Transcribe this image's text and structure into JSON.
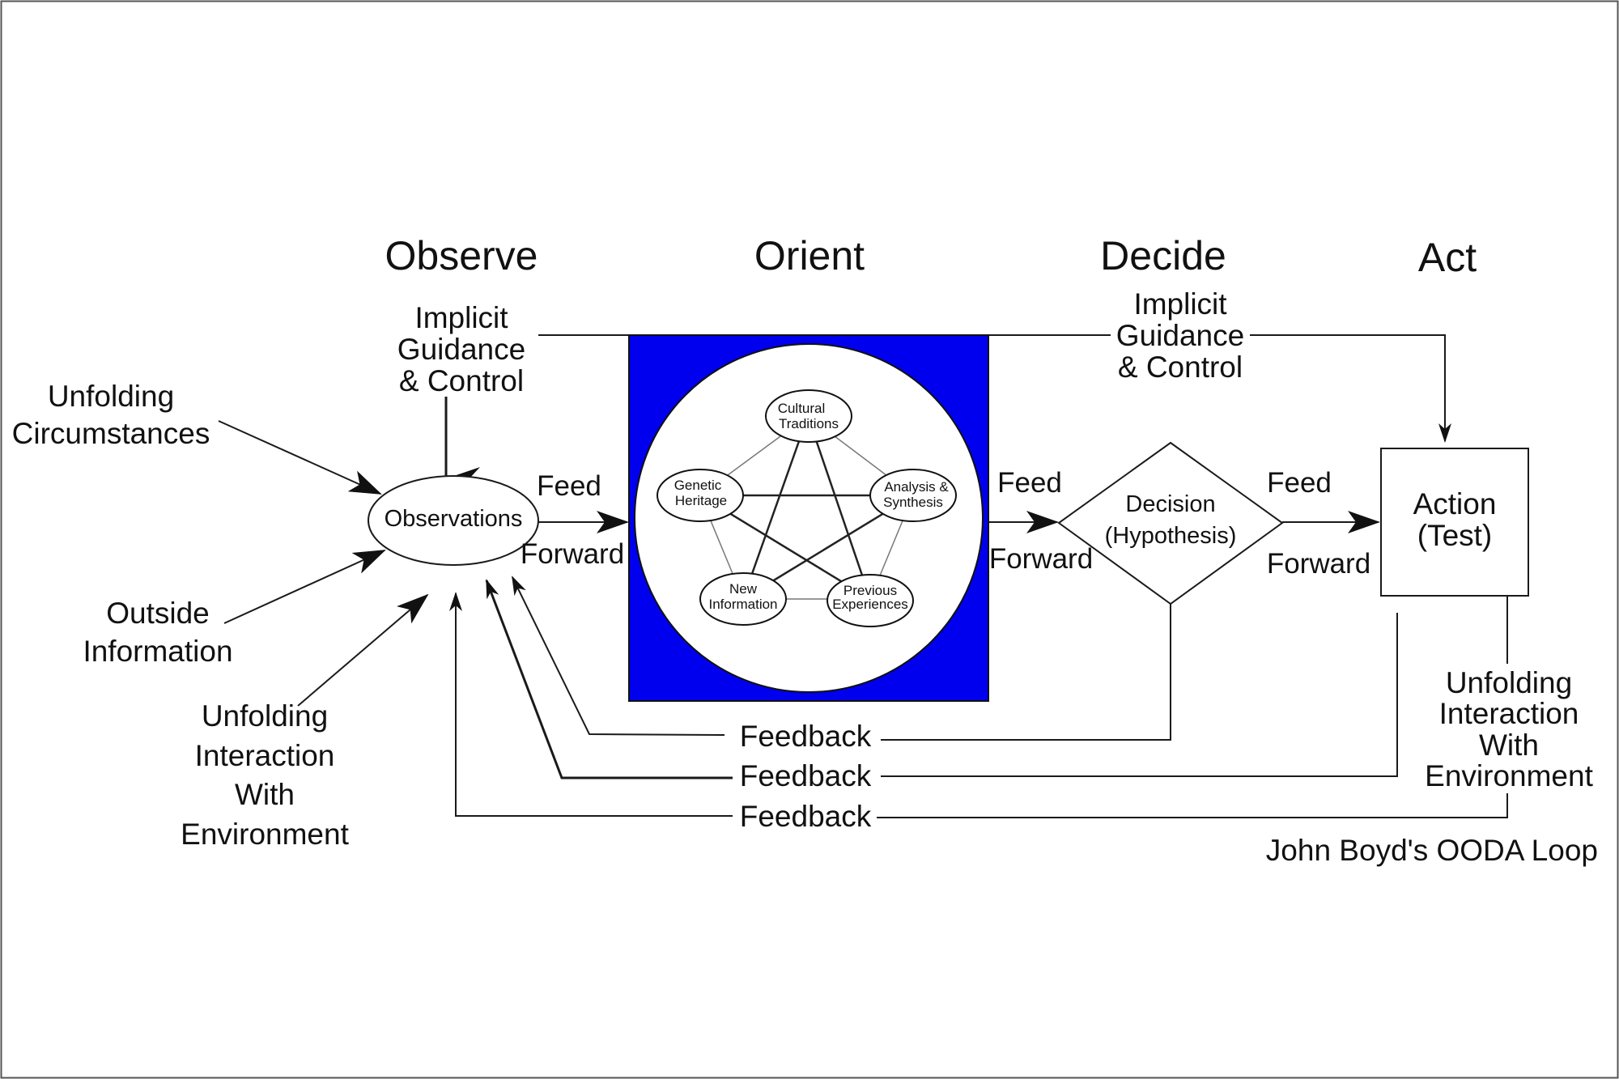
{
  "phases": {
    "observe": "Observe",
    "orient": "Orient",
    "decide": "Decide",
    "act": "Act"
  },
  "inputs": {
    "unfolding_circumstances": [
      "Unfolding",
      "Circumstances"
    ],
    "outside_information": [
      "Outside",
      "Information"
    ],
    "unfolding_interaction_left": [
      "Unfolding",
      "Interaction",
      "With",
      "Environment"
    ]
  },
  "implicit_left": [
    "Implicit",
    "Guidance",
    "& Control"
  ],
  "implicit_right": [
    "Implicit",
    "Guidance",
    "& Control"
  ],
  "nodes": {
    "observations": "Observations",
    "decision": [
      "Decision",
      "(Hypothesis)"
    ],
    "action": [
      "Action",
      "(Test)"
    ]
  },
  "orient_nodes": {
    "cultural": [
      "Cultural",
      "Traditions"
    ],
    "genetic": [
      "Genetic",
      "Heritage"
    ],
    "analysis": [
      "Analysis &",
      "Synthesis"
    ],
    "new_info": [
      "New",
      "Information"
    ],
    "previous": [
      "Previous",
      "Experiences"
    ]
  },
  "feed_forward": {
    "feed": "Feed",
    "forward": "Forward"
  },
  "feedback": "Feedback",
  "unfolding_interaction_right": [
    "Unfolding",
    "Interaction",
    "With",
    "Environment"
  ],
  "caption": "John Boyd's OODA Loop",
  "colors": {
    "orient_fill": "#0000ee",
    "frame": "#555555",
    "line": "#1a1a1a"
  }
}
